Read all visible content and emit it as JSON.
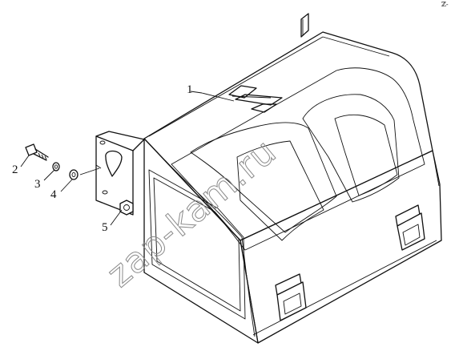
{
  "corner_mark": "ℤ-",
  "callouts": [
    {
      "label": "1",
      "part": "battery-box"
    },
    {
      "label": "2",
      "part": "bolt"
    },
    {
      "label": "3",
      "part": "spring-washer"
    },
    {
      "label": "4",
      "part": "flat-washer"
    },
    {
      "label": "5",
      "part": "nut"
    }
  ],
  "watermark": "zap-kam.ru"
}
